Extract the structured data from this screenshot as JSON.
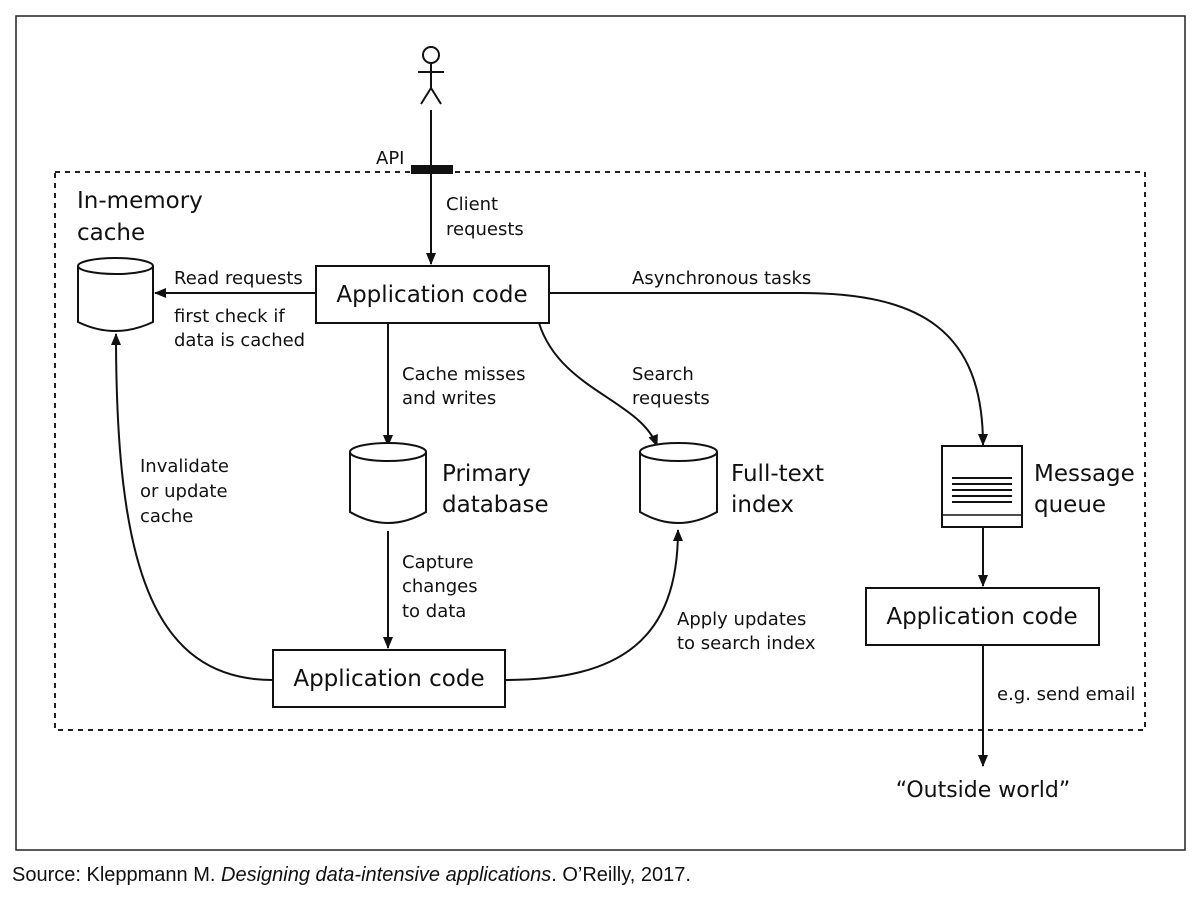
{
  "actor": {
    "icon": "stick-figure-icon",
    "api_label": "API"
  },
  "boundary_style": "dashed",
  "nodes": {
    "app_top": "Application code",
    "app_bottom": "Application code",
    "app_right": "Application code",
    "cache": [
      "In-memory",
      "cache"
    ],
    "primary_db": [
      "Primary",
      "database"
    ],
    "fulltext": [
      "Full-text",
      "index"
    ],
    "queue": [
      "Message",
      "queue"
    ],
    "outside": "“Outside world”"
  },
  "edge_labels": {
    "client_requests": [
      "Client",
      "requests"
    ],
    "read_requests": [
      "Read requests",
      "first check if",
      "data is cached"
    ],
    "async_tasks": "Asynchronous tasks",
    "cache_misses": [
      "Cache misses",
      "and writes"
    ],
    "search_requests": [
      "Search",
      "requests"
    ],
    "invalidate": [
      "Invalidate",
      "or update",
      "cache"
    ],
    "capture": [
      "Capture",
      "changes",
      "to data"
    ],
    "apply_updates": [
      "Apply updates",
      "to search index"
    ],
    "send_email": "e.g. send email"
  },
  "caption": {
    "prefix": "Source: Kleppmann M. ",
    "title": "Designing data-intensive applications",
    "suffix": ". O’Reilly, 2017."
  }
}
